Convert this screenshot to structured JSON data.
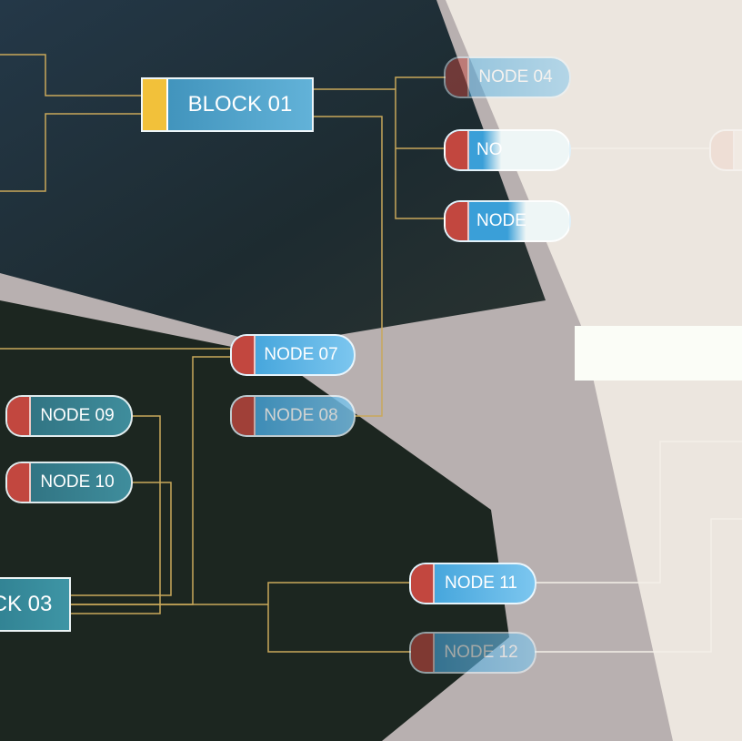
{
  "blocks": [
    {
      "label": "BLOCK 01"
    },
    {
      "label": "CK 03"
    }
  ],
  "nodes": {
    "n04": "NODE 04",
    "n05": "NO",
    "n06": "NODE",
    "n07": "NODE 07",
    "n08": "NODE 08",
    "n09": "NODE 09",
    "n10": "NODE 10",
    "n11": "NODE 11",
    "n12": "NODE 12"
  },
  "colors": {
    "line": "#c9a85a",
    "node_cap": "#c2473f",
    "block_cap": "#f2c13a",
    "node_fill": "#3a9fd8"
  }
}
